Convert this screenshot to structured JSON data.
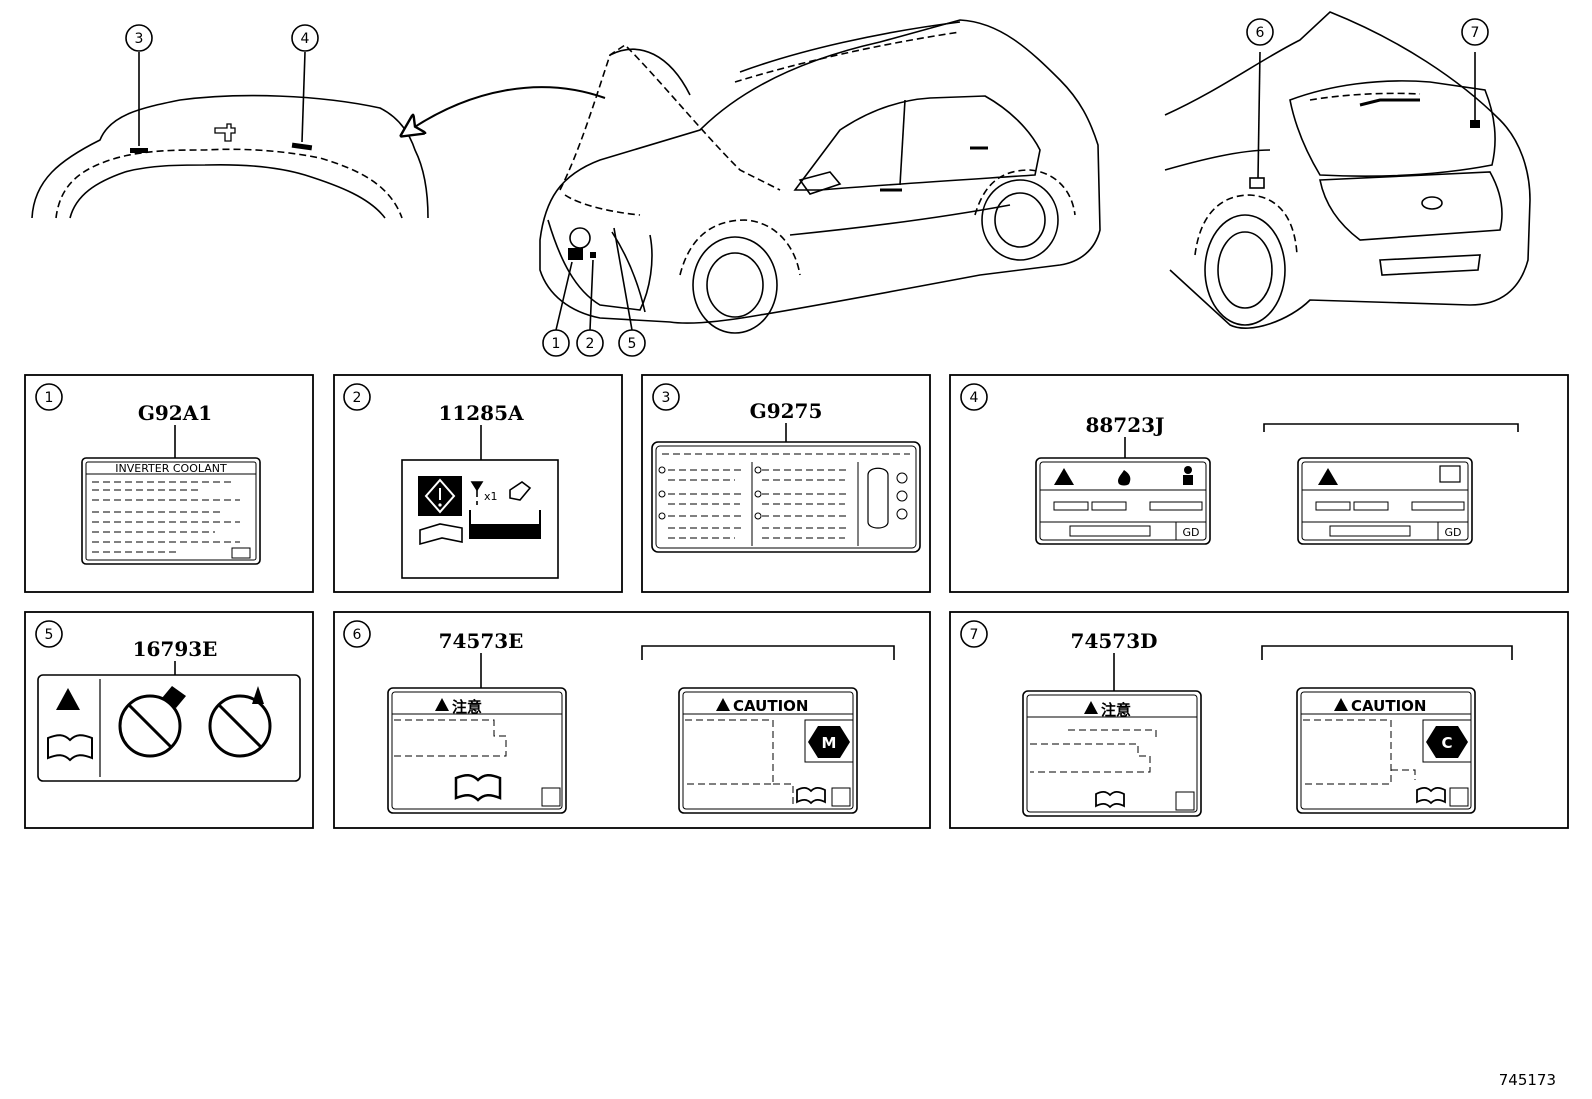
{
  "figure_id": "745173",
  "callouts": [
    "1",
    "2",
    "3",
    "4",
    "5",
    "6",
    "7"
  ],
  "panels": [
    {
      "callout": "1",
      "part_no": "G92A1",
      "label_text": "INVERTER COOLANT"
    },
    {
      "callout": "2",
      "part_no": "11285A",
      "label_text": "x1"
    },
    {
      "callout": "3",
      "part_no": "G9275"
    },
    {
      "callout": "4",
      "part_no": "88723J",
      "label_code": "GD"
    },
    {
      "callout": "5",
      "part_no": "16793E"
    },
    {
      "callout": "6",
      "part_no": "74573E",
      "label_jp": "注意",
      "label_en": "CAUTION",
      "badge": "M"
    },
    {
      "callout": "7",
      "part_no": "74573D",
      "label_jp": "注意",
      "label_en": "CAUTION",
      "badge": "C"
    }
  ]
}
